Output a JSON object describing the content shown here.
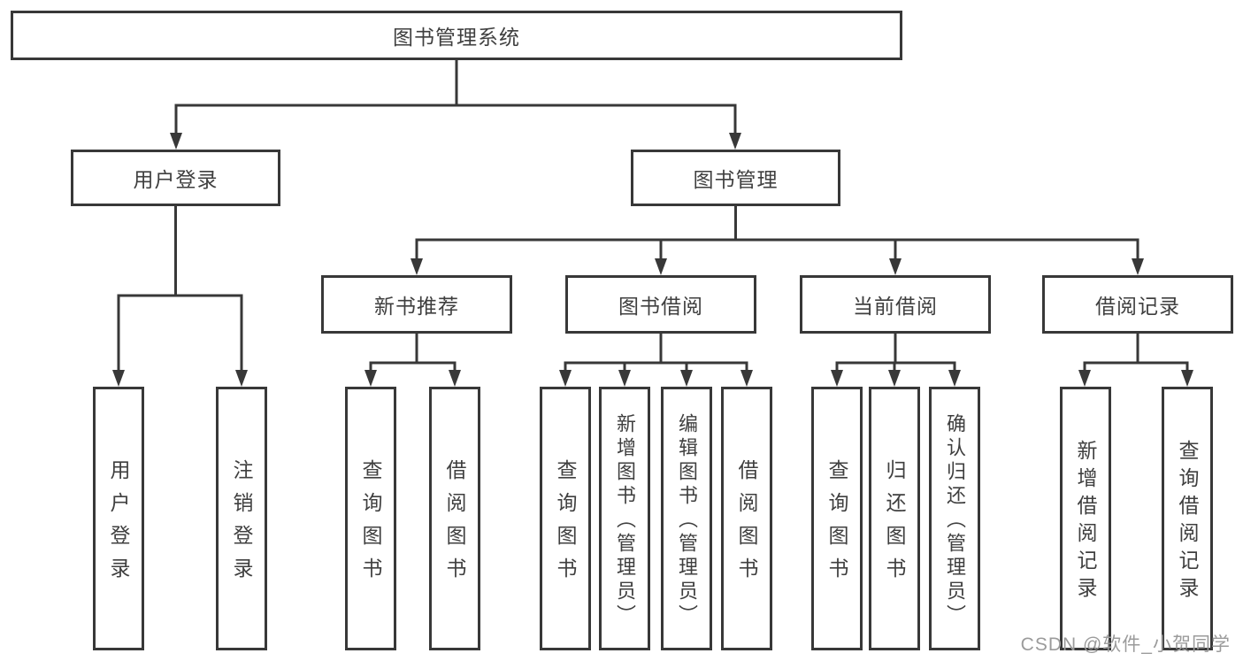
{
  "diagram": {
    "title_node": {
      "label": "图书管理系统"
    },
    "level2": [
      {
        "label": "用户登录"
      },
      {
        "label": "图书管理"
      }
    ],
    "level3": [
      {
        "label": "新书推荐"
      },
      {
        "label": "图书借阅"
      },
      {
        "label": "当前借阅"
      },
      {
        "label": "借阅记录"
      }
    ],
    "leaves": [
      {
        "label": "用户登录"
      },
      {
        "label": "注销登录"
      },
      {
        "label": "查询图书"
      },
      {
        "label": "借阅图书"
      },
      {
        "label": "查询图书"
      },
      {
        "label": "新增图书（管理员）"
      },
      {
        "label": "编辑图书（管理员）"
      },
      {
        "label": "借阅图书"
      },
      {
        "label": "查询图书"
      },
      {
        "label": "归还图书"
      },
      {
        "label": "确认归还（管理员）"
      },
      {
        "label": "新增借阅记录"
      },
      {
        "label": "查询借阅记录"
      }
    ],
    "structure": {
      "图书管理系统": [
        "用户登录",
        "图书管理"
      ],
      "用户登录": [
        "用户登录",
        "注销登录"
      ],
      "图书管理": [
        "新书推荐",
        "图书借阅",
        "当前借阅",
        "借阅记录"
      ],
      "新书推荐": [
        "查询图书",
        "借阅图书"
      ],
      "图书借阅": [
        "查询图书",
        "新增图书（管理员）",
        "编辑图书（管理员）",
        "借阅图书"
      ],
      "当前借阅": [
        "查询图书",
        "归还图书",
        "确认归还（管理员）"
      ],
      "借阅记录": [
        "新增借阅记录",
        "查询借阅记录"
      ]
    },
    "watermark": "CSDN @软件_小贺同学",
    "colors": {
      "line": "#383838",
      "box_border": "#383838",
      "box_background": "#ffffff",
      "text": "#3f3f3f",
      "watermark": "#9b9b9b",
      "page_background": "#ffffff"
    }
  }
}
